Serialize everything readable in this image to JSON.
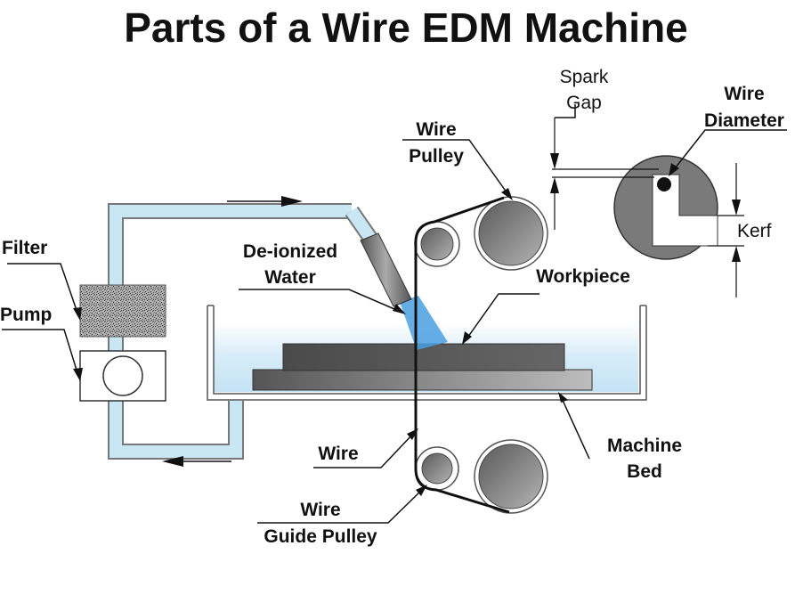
{
  "title": "Parts of a Wire EDM Machine",
  "labels": {
    "filter": "Filter",
    "pump": "Pump",
    "deionized_line1": "De-ionized",
    "deionized_line2": "Water",
    "wire_pulley_line1": "Wire",
    "wire_pulley_line2": "Pulley",
    "workpiece": "Workpiece",
    "spark_gap_line1": "Spark",
    "spark_gap_line2": "Gap",
    "wire_diameter_line1": "Wire",
    "wire_diameter_line2": "Diameter",
    "kerf": "Kerf",
    "wire": "Wire",
    "machine_bed_line1": "Machine",
    "machine_bed_line2": "Bed",
    "guide_pulley_line1": "Wire",
    "guide_pulley_line2": "Guide Pulley"
  },
  "colors": {
    "water": "#c9e6f5",
    "pipe_outline": "#777777",
    "dielectric_jet": "#4a9fe0",
    "workpiece": "#555555",
    "bed": "#8a8a8a",
    "wire": "#111111",
    "filter": "#9a9a9a"
  }
}
